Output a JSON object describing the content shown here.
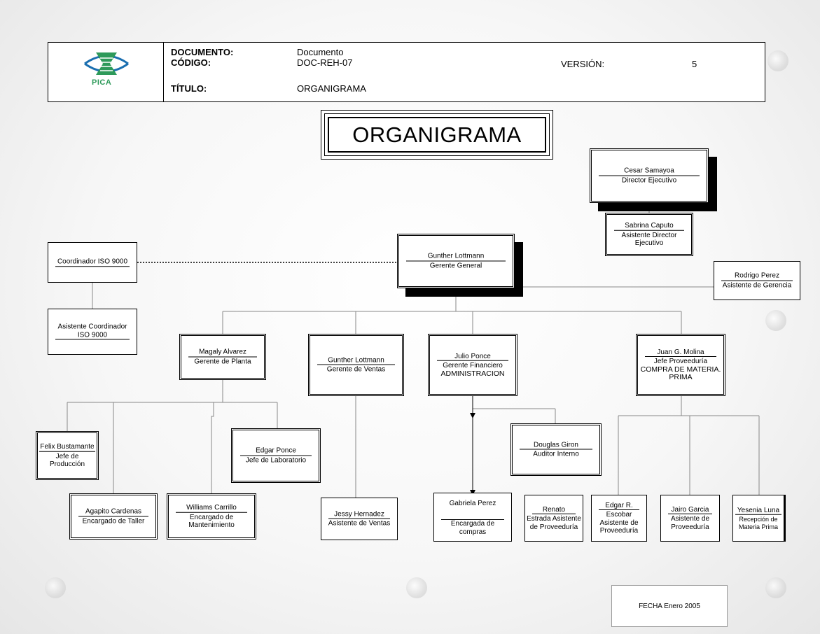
{
  "header": {
    "logo_text": "PICA",
    "documento_label": "DOCUMENTO:",
    "documento_value": "Documento",
    "codigo_label": "CÓDIGO:",
    "codigo_value": "DOC-REH-07",
    "version_label": "VERSIÓN:",
    "version_value": "5",
    "titulo_label": "TÍTULO:",
    "titulo_value": "ORGANIGRAMA"
  },
  "chart_title": "ORGANIGRAMA",
  "nodes": {
    "director": {
      "name": "Cesar Samayoa",
      "role": "Director Ejecutivo"
    },
    "asistente_director": {
      "name": "Sabrina Caputo",
      "role": "Asistente Director Ejecutivo"
    },
    "gerente_general": {
      "name": "Gunther Lottmann",
      "role": "Gerente General"
    },
    "coordinador_iso": {
      "name": "Coordinador ISO 9000"
    },
    "asistente_coordinador": {
      "name": "Asistente Coordinador ISO 9000"
    },
    "asistente_gerencia": {
      "name": "Rodrigo Perez",
      "role": "Asistente de Gerencia"
    },
    "gerente_planta": {
      "name": "Magaly Alvarez",
      "role": "Gerente de Planta"
    },
    "gerente_ventas": {
      "name": "Gunther Lottmann",
      "role": "Gerente de Ventas"
    },
    "gerente_financiero": {
      "name": "Julio Ponce",
      "role": "Gerente Financiero",
      "extra": "ADMINISTRACION"
    },
    "jefe_proveeduria": {
      "name": "Juan G. Molina",
      "role": "Jefe Proveeduría",
      "extra": "COMPRA DE MATERIA. PRIMA"
    },
    "jefe_produccion": {
      "name": "Felix Bustamante",
      "role": "Jefe de Producción"
    },
    "encargado_taller": {
      "name": "Agapito Cardenas",
      "role": "Encargado de Taller"
    },
    "encargado_mantenimiento": {
      "name": "Williams Carrillo",
      "role": "Encargado de Mantenimiento"
    },
    "jefe_laboratorio": {
      "name": "Edgar Ponce",
      "role": "Jefe de Laboratorio"
    },
    "asistente_ventas": {
      "name": "Jessy Hernadez",
      "role": "Asistente de Ventas"
    },
    "encargada_compras": {
      "name": "Gabriela Perez",
      "role": "Encargada de compras"
    },
    "auditor_interno": {
      "name": "Douglas Giron",
      "role": "Auditor Interno"
    },
    "asistente_prov_renato": {
      "name": "Renato",
      "role": "Estrada Asistente de Proveeduría"
    },
    "asistente_prov_edgar": {
      "name": "Edgar R.",
      "role": "Escobar Asistente de Proveeduría"
    },
    "asistente_prov_jairo": {
      "name": "Jairo Garcia",
      "role": "Asistente de Proveeduría"
    },
    "recepcion_materia": {
      "name": "Yesenia Luna",
      "role": "Recepción de Materia Prima"
    }
  },
  "fecha": "FECHA Enero 2005"
}
